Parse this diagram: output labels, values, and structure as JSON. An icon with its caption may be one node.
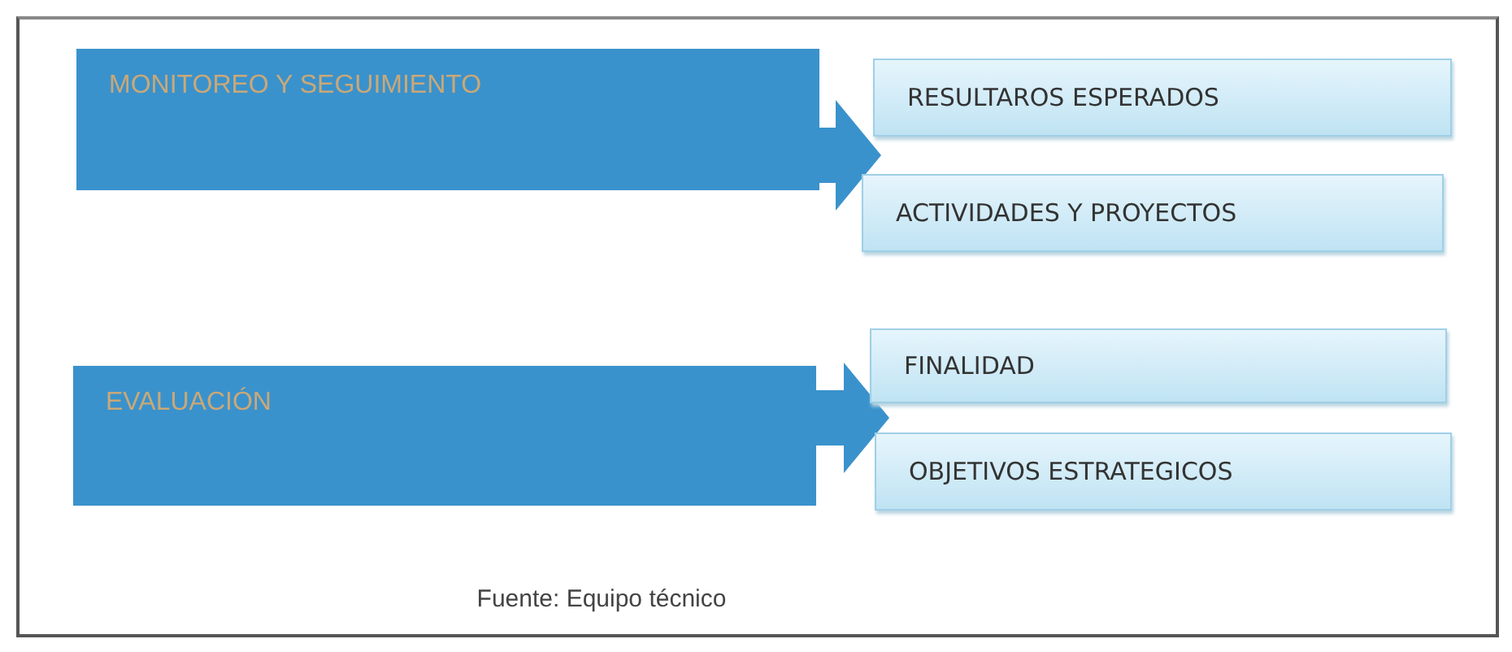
{
  "diagram": {
    "caption": "Fuente: Equipo técnico",
    "nodes": [
      {
        "text": [
          "MONITOREO Y SEGUIMIENTO"
        ]
      },
      {
        "text": [
          "RESULTAROS ESPERADOS"
        ]
      },
      {
        "text": [
          "ACTIVIDADES Y PROYECTOS"
        ]
      },
      {
        "text": [
          "EVALUACIÓN"
        ]
      },
      {
        "text": [
          "FINALIDAD"
        ]
      },
      {
        "text": [
          "OBJETIVOS ESTRATEGICOS"
        ]
      }
    ],
    "edges": [
      {
        "from": 0,
        "to": 1,
        "arrow": "to"
      },
      {
        "from": 0,
        "to": 2,
        "arrow": "to"
      },
      {
        "from": 3,
        "to": 4,
        "arrow": "to"
      },
      {
        "from": 3,
        "to": 5,
        "arrow": "to"
      }
    ]
  }
}
